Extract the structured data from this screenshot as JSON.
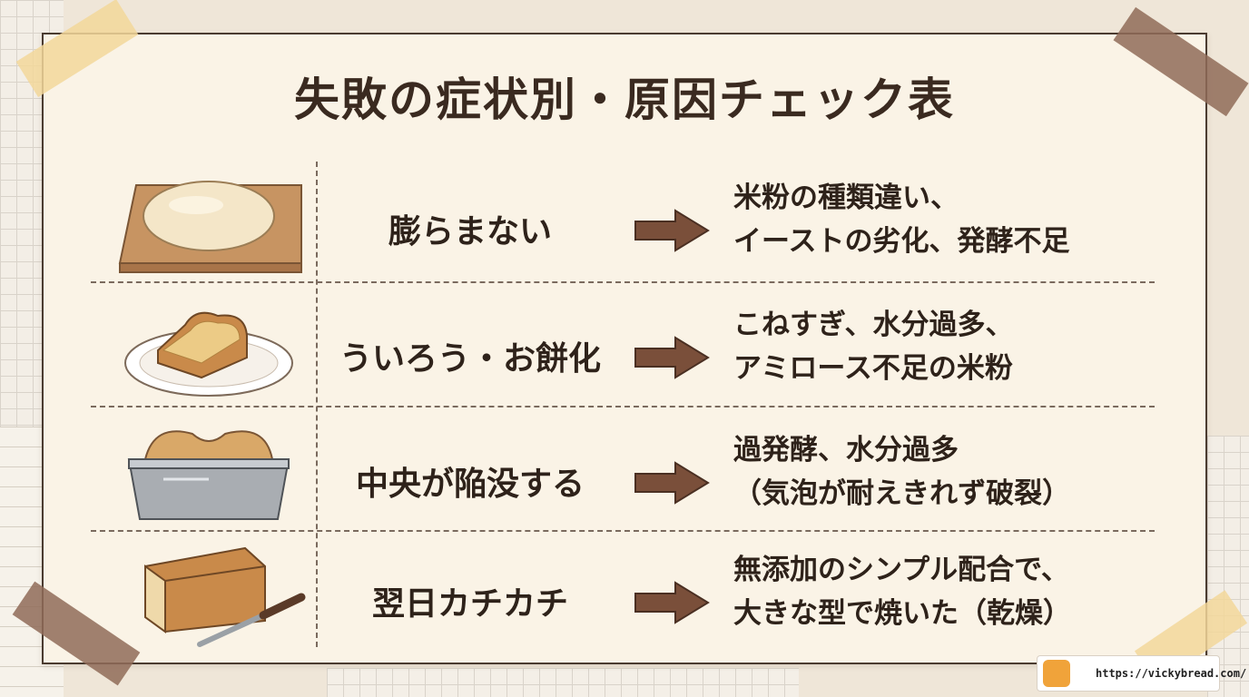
{
  "title": "失敗の症状別・原因チェック表",
  "rows": [
    {
      "symptom": "膨らまない",
      "cause_lines": [
        "米粉の種類違い、",
        "イーストの劣化、発酵不足"
      ],
      "illustration": "dough-on-board-icon"
    },
    {
      "symptom": "ういろう・お餅化",
      "cause_lines": [
        "こねすぎ、水分過多、",
        "アミロース不足の米粉"
      ],
      "illustration": "toast-on-plate-icon"
    },
    {
      "symptom": "中央が陥没する",
      "cause_lines": [
        "過発酵、水分過多",
        "（気泡が耐えきれず破裂）"
      ],
      "illustration": "sunken-loaf-in-tin-icon"
    },
    {
      "symptom": "翌日カチカチ",
      "cause_lines": [
        "無添加のシンプル配合で、",
        "大きな型で焼いた（乾燥）"
      ],
      "illustration": "bread-and-knife-icon"
    }
  ],
  "footer": {
    "url": "https://vickybread.com/"
  },
  "colors": {
    "background": "#faf3e6",
    "text": "#2e221a",
    "arrow": "#7a4f3a",
    "tape_yellow": "#f2d79a",
    "tape_brown": "#8f6b58"
  }
}
